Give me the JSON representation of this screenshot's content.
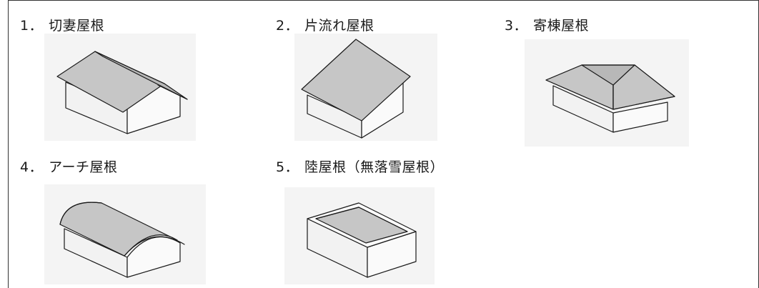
{
  "roof_types": [
    {
      "number": "1．",
      "name": "切妻屋根",
      "icon": "gable-roof-icon"
    },
    {
      "number": "2．",
      "name": "片流れ屋根",
      "icon": "shed-roof-icon"
    },
    {
      "number": "3．",
      "name": "寄棟屋根",
      "icon": "hip-roof-icon"
    },
    {
      "number": "4．",
      "name": "アーチ屋根",
      "icon": "arch-roof-icon"
    },
    {
      "number": "5．",
      "name": "陸屋根（無落雪屋根）",
      "icon": "flat-roof-icon"
    }
  ]
}
